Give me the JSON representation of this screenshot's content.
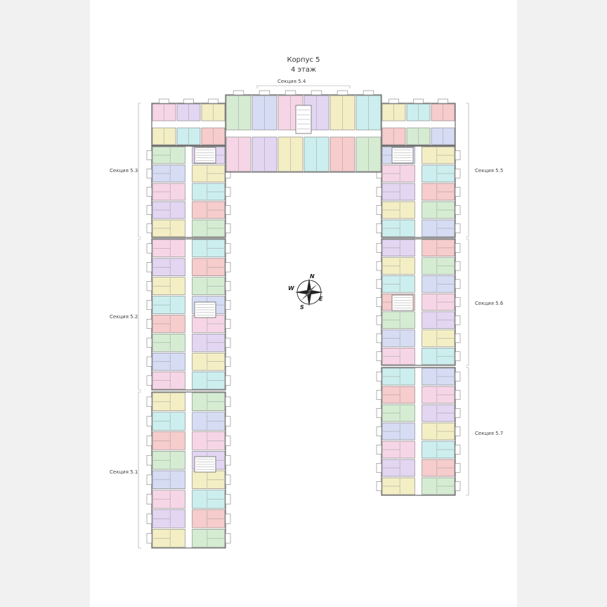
{
  "plan": {
    "building": "Корпус 5",
    "floor": "4 этаж",
    "sections": {
      "s51": "Секция 5.1",
      "s52": "Секция 5.2",
      "s53": "Секция 5.3",
      "s54": "Секция 5.4",
      "s55": "Секция 5.5",
      "s56": "Секция 5.6",
      "s57": "Секция 5.7"
    },
    "compass": {
      "n": "N",
      "e": "E",
      "s": "S",
      "w": "W"
    },
    "colors": {
      "green": "#d5ecd3",
      "blue": "#d6dcf3",
      "pink": "#f6d6e6",
      "purple": "#e3d6f2",
      "yellow": "#f3eec4",
      "cyan": "#cdeeee",
      "red": "#f6cccc",
      "wall": "#666666"
    }
  }
}
